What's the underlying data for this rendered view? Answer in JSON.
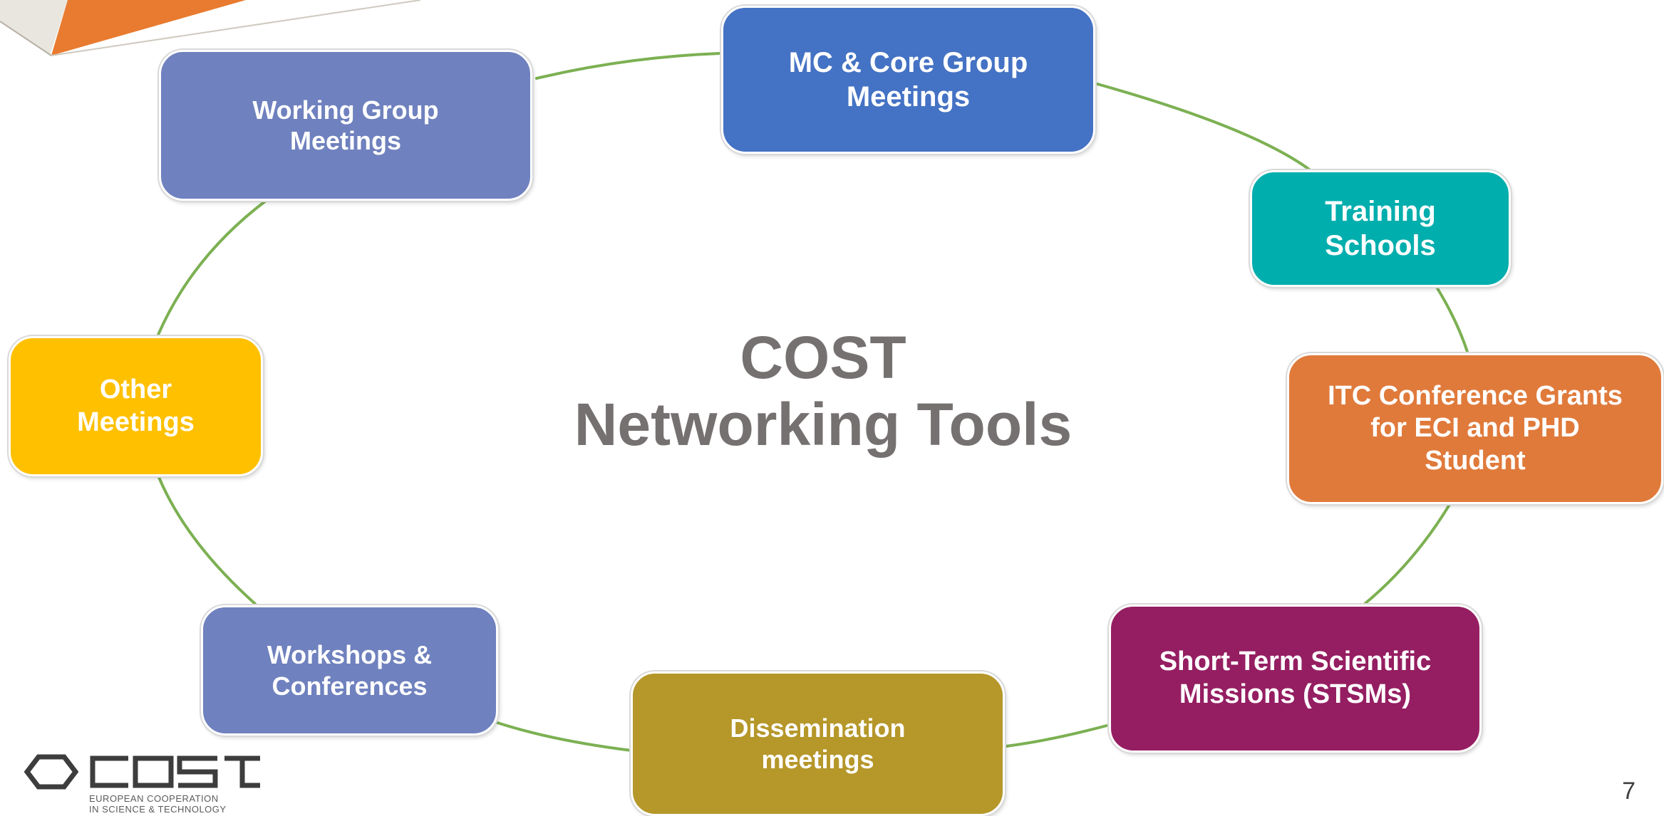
{
  "center": {
    "line1": "COST",
    "line2": "Networking Tools"
  },
  "nodes": [
    {
      "id": "mc-core",
      "label": "MC & Core Group\nMeetings",
      "color": "#4472c4"
    },
    {
      "id": "training",
      "label": "Training\nSchools",
      "color": "#00aead"
    },
    {
      "id": "itc",
      "label": "ITC Conference Grants\nfor ECI and PHD\nStudent",
      "color": "#e07a3b"
    },
    {
      "id": "stsm",
      "label": "Short-Term Scientific\nMissions (STSMs)",
      "color": "#951e62"
    },
    {
      "id": "dissemination",
      "label": "Dissemination\nmeetings",
      "color": "#b5972a"
    },
    {
      "id": "workshops",
      "label": "Workshops &\nConferences",
      "color": "#6f81be"
    },
    {
      "id": "other",
      "label": "Other\nMeetings",
      "color": "#ffc000"
    },
    {
      "id": "working-group",
      "label": "Working Group\nMeetings",
      "color": "#6f81be"
    }
  ],
  "connector_color": "#7cb052",
  "logo": {
    "wordmark": "cost",
    "tagline": "EUROPEAN COOPERATION\nIN SCIENCE & TECHNOLOGY"
  },
  "page_number": "7"
}
